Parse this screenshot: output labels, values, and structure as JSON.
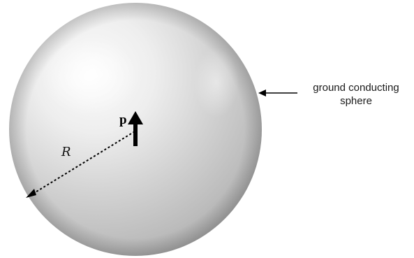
{
  "labels": {
    "dipole": "p",
    "radius": "R",
    "sphere_caption_line1": "ground conducting",
    "sphere_caption_line2": "sphere"
  },
  "colors": {
    "sphere_light": "#f7f7f7",
    "sphere_mid": "#cfcfcf",
    "sphere_dark": "#a8a8a8",
    "arrow": "#000000",
    "text": "#1a1a1a"
  }
}
